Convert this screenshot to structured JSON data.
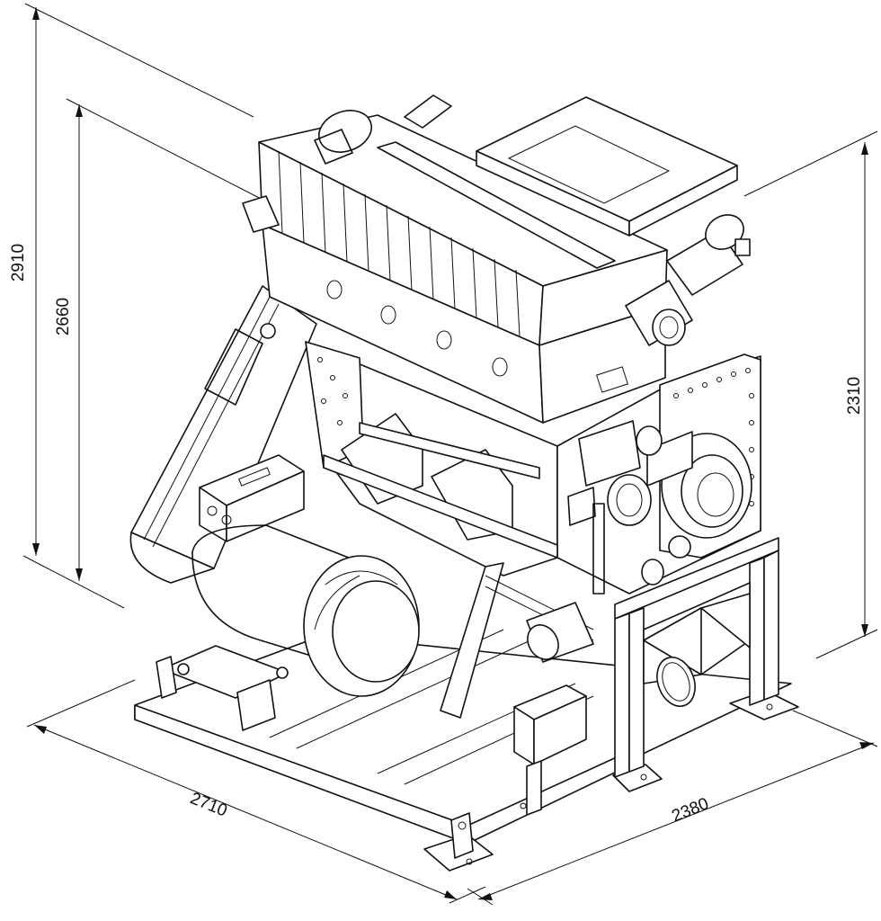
{
  "dimensions": {
    "overall_height": "2910",
    "hopper_height": "2660",
    "right_height": "2310",
    "length": "2710",
    "width": "2380"
  },
  "colors": {
    "line": "#111111",
    "background": "#ffffff"
  }
}
